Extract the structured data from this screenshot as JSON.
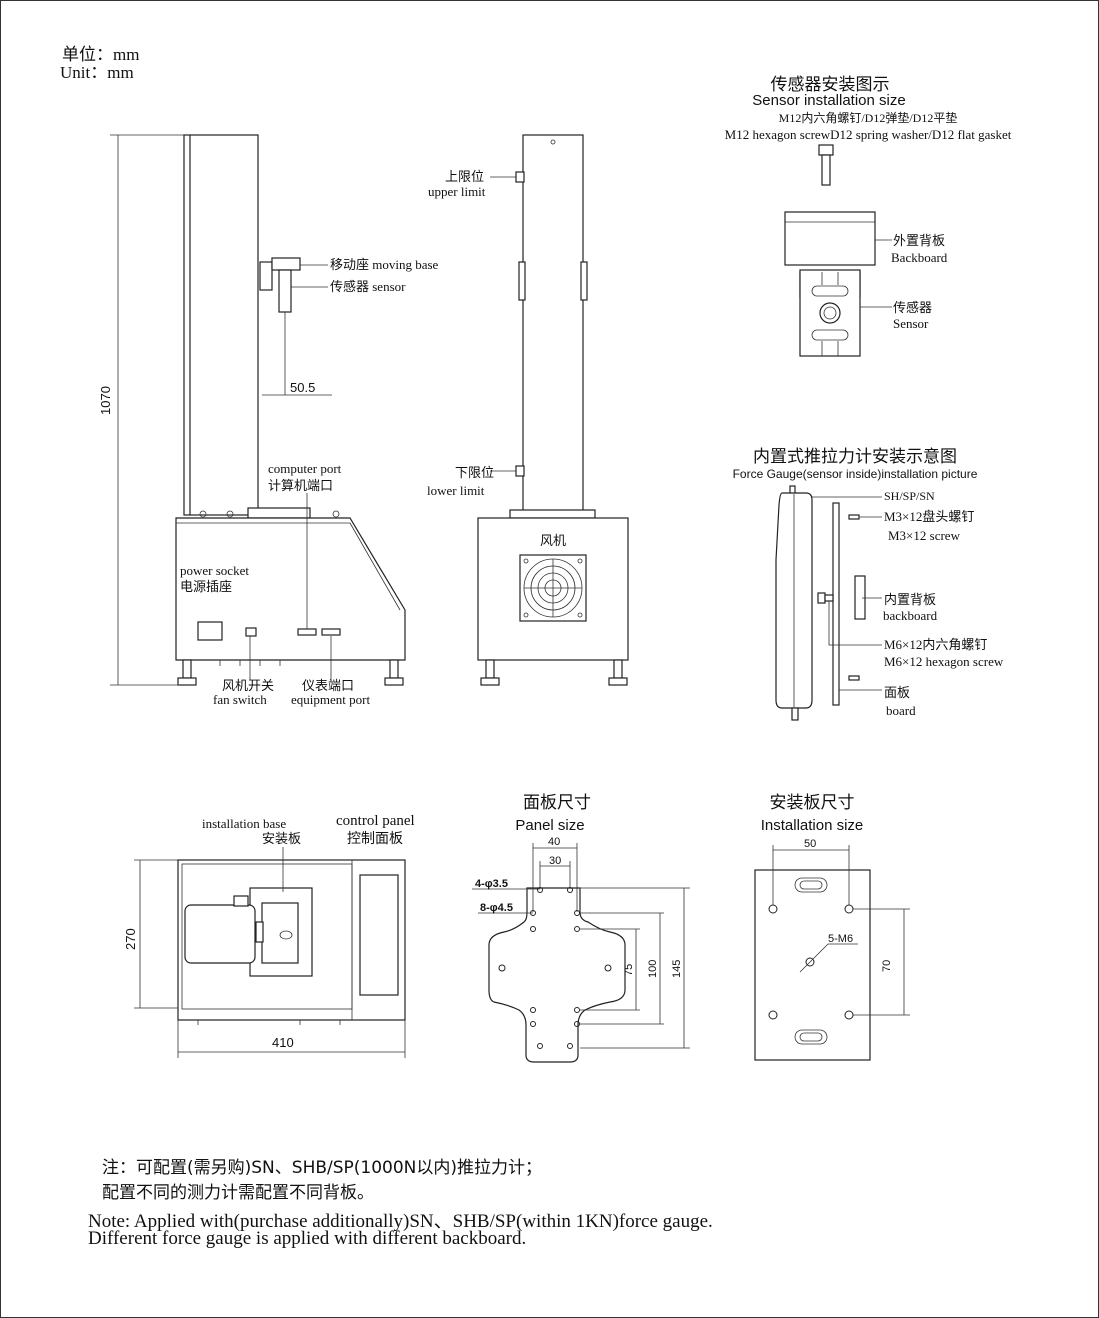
{
  "units": {
    "cn": "单位：mm",
    "en": "Unit：mm"
  },
  "front_view": {
    "height_dim": "1070",
    "offset_dim": "50.5",
    "moving_base": "移动座 moving base",
    "sensor": "传感器  sensor",
    "computer_port_en": "computer  port",
    "computer_port_cn": "计算机端口",
    "power_socket_en": "power  socket",
    "power_socket_cn": "电源插座",
    "fan_switch_cn": "风机开关",
    "fan_switch_en": "fan switch",
    "equipment_port_cn": "仪表端口",
    "equipment_port_en": "equipment port"
  },
  "side_view": {
    "upper_limit_cn": "上限位",
    "upper_limit_en": "upper limit",
    "lower_limit_cn": "下限位",
    "lower_limit_en": "lower  limit",
    "fan": "风机"
  },
  "sensor_install": {
    "title_cn": "传感器安装图示",
    "title_en": "Sensor installation size",
    "parts_cn": "M12内六角螺钉/D12弹垫/D12平垫",
    "parts_en": "M12 hexagon screwD12 spring washer/D12 flat gasket",
    "backboard_cn": "外置背板",
    "backboard_en": "Backboard",
    "sensor_cn": "传感器",
    "sensor_en": "Sensor"
  },
  "gauge_install": {
    "title_cn": "内置式推拉力计安装示意图",
    "title_en": "Force Gauge(sensor inside)installation picture",
    "model": "SH/SP/SN",
    "m3_cn": "M3×12盘头螺钉",
    "m3_en": "M3×12 screw",
    "backboard_cn": "内置背板",
    "backboard_en": "backboard",
    "m6_cn": "M6×12内六角螺钉",
    "m6_en": "M6×12  hexagon screw",
    "board_cn": "面板",
    "board_en": "board"
  },
  "top_view": {
    "install_base_en": "installation base",
    "install_base_cn": "安装板",
    "control_panel_en": "control panel",
    "control_panel_cn": "控制面板",
    "depth_dim": "270",
    "width_dim": "410"
  },
  "panel_size": {
    "title_cn": "面板尺寸",
    "title_en": "Panel size",
    "dim_40": "40",
    "dim_30": "30",
    "hole_4": "4-φ3.5",
    "hole_8": "8-φ4.5",
    "dim_75": "75",
    "dim_100": "100",
    "dim_145": "145"
  },
  "install_size": {
    "title_cn": "安装板尺寸",
    "title_en": "Installation size",
    "dim_50": "50",
    "hole": "5-M6",
    "dim_70": "70"
  },
  "notes": {
    "cn_line1": "注：可配置(需另购)SN、SHB/SP(1000N以内)推拉力计；",
    "cn_line2": "配置不同的测力计需配置不同背板。",
    "en_line1": "Note: Applied with(purchase additionally)SN、SHB/SP(within 1KN)force gauge.",
    "en_line2": "Different force gauge is  applied with different backboard."
  }
}
